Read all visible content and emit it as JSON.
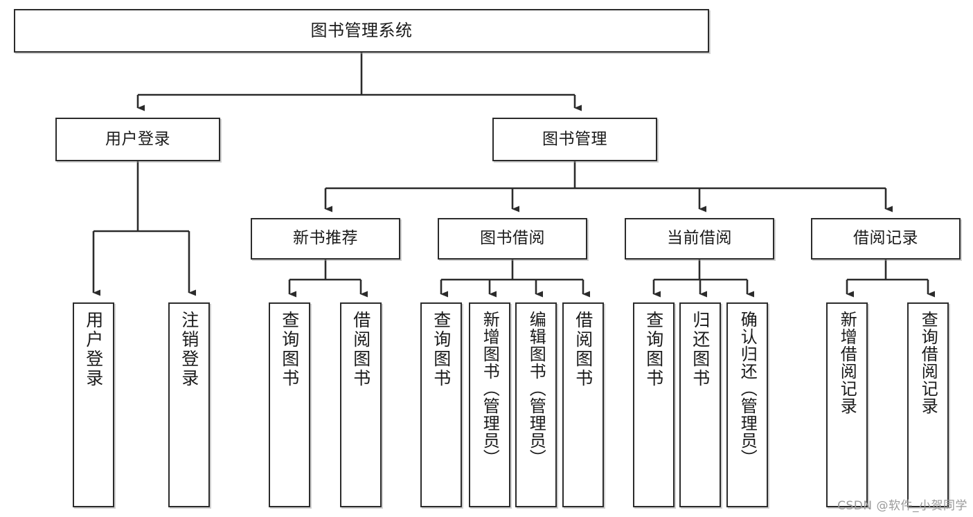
{
  "diagram": {
    "type": "tree",
    "title": "图书管理系统",
    "orientation": "top-down",
    "edge_style": "orthogonal-arrow",
    "colors": {
      "stroke": "#2b2b2b",
      "fill": "#ffffff",
      "text": "#1a1a1a",
      "watermark": "#9a9a9a"
    }
  },
  "watermark": {
    "text": "CSDN @软件_小贺同学"
  },
  "nodes": {
    "root": {
      "label": "图书管理系统",
      "level": 0
    },
    "level1": [
      {
        "id": "user-login",
        "label": "用户登录"
      },
      {
        "id": "book-manage",
        "label": "图书管理"
      }
    ],
    "level2": [
      {
        "id": "new-book-recommend",
        "label": "新书推荐",
        "parent": "book-manage"
      },
      {
        "id": "book-borrow",
        "label": "图书借阅",
        "parent": "book-manage"
      },
      {
        "id": "current-borrow",
        "label": "当前借阅",
        "parent": "book-manage"
      },
      {
        "id": "borrow-record",
        "label": "借阅记录",
        "parent": "book-manage"
      }
    ],
    "leaves": [
      {
        "id": "leaf-user-login",
        "label": "用户登录",
        "parent": "user-login"
      },
      {
        "id": "leaf-user-logout",
        "label": "注销登录",
        "parent": "user-login"
      },
      {
        "id": "leaf-query-book-1",
        "label": "查询图书",
        "parent": "new-book-recommend"
      },
      {
        "id": "leaf-borrow-book-1",
        "label": "借阅图书",
        "parent": "new-book-recommend"
      },
      {
        "id": "leaf-query-book-2",
        "label": "查询图书",
        "parent": "book-borrow"
      },
      {
        "id": "leaf-add-book",
        "label": "新增图书（管理员）",
        "parent": "book-borrow"
      },
      {
        "id": "leaf-edit-book",
        "label": "编辑图书（管理员）",
        "parent": "book-borrow"
      },
      {
        "id": "leaf-borrow-book-2",
        "label": "借阅图书",
        "parent": "book-borrow"
      },
      {
        "id": "leaf-query-book-3",
        "label": "查询图书",
        "parent": "current-borrow"
      },
      {
        "id": "leaf-return-book",
        "label": "归还图书",
        "parent": "current-borrow"
      },
      {
        "id": "leaf-confirm-return",
        "label": "确认归还（管理员）",
        "parent": "current-borrow"
      },
      {
        "id": "leaf-add-record",
        "label": "新增借阅记录",
        "parent": "borrow-record"
      },
      {
        "id": "leaf-query-record",
        "label": "查询借阅记录",
        "parent": "borrow-record"
      }
    ]
  }
}
